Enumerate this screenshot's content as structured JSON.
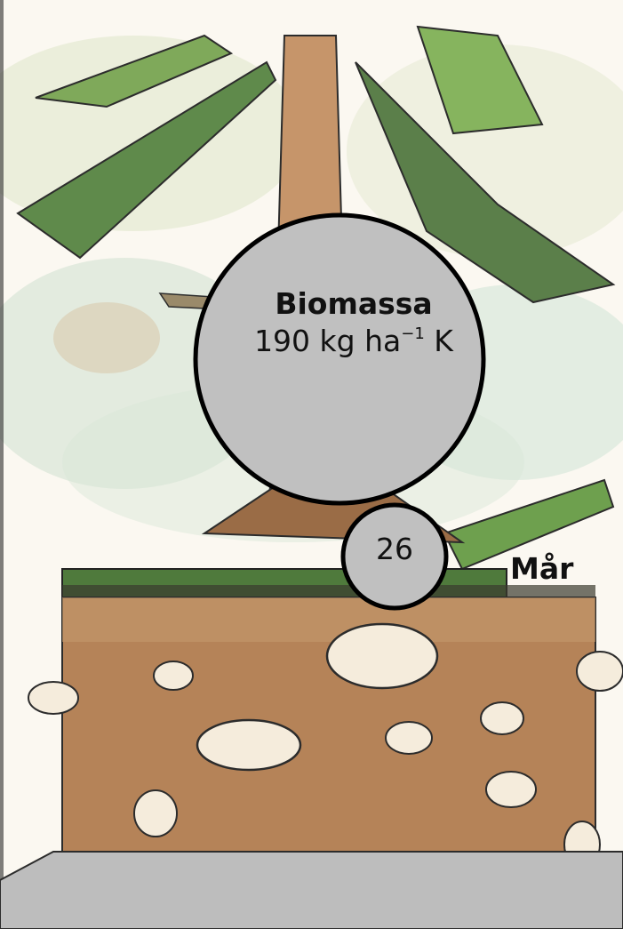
{
  "biomass": {
    "title": "Biomassa",
    "value": "190 kg ha",
    "exponent": "−1",
    "unit": " K"
  },
  "mor": {
    "value": "26",
    "label": "Mår"
  },
  "colors": {
    "circle_fill": "#c0c0c0",
    "circle_stroke": "#000000",
    "soil": "#b07d52",
    "foliage": "#6c9a4c",
    "trunk": "#b98a5a",
    "stone": "#f5ecdc"
  }
}
